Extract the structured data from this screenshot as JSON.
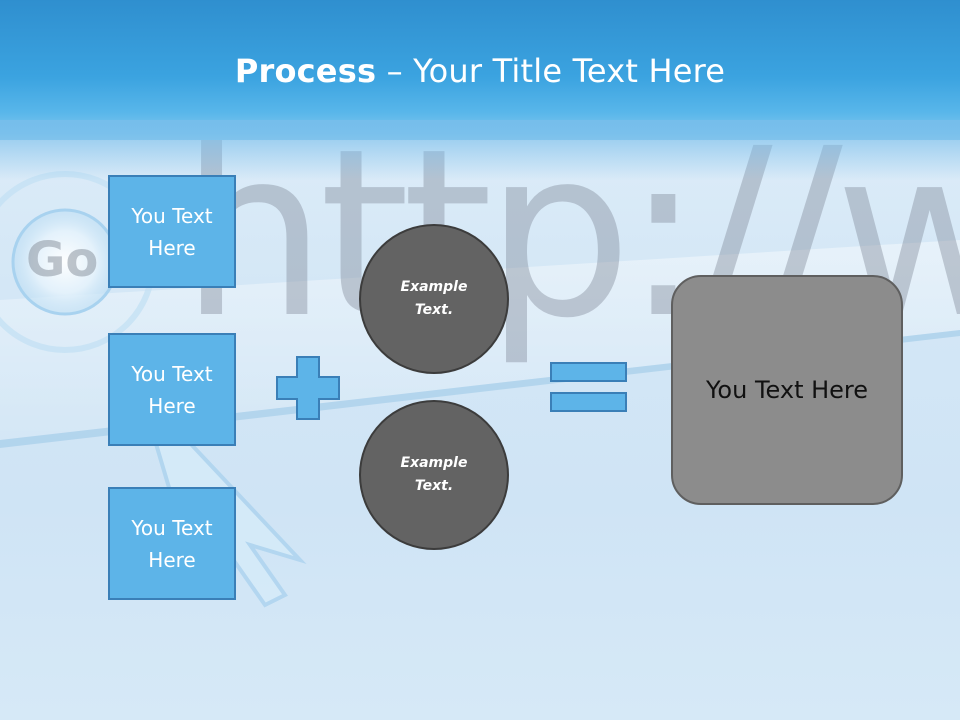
{
  "header": {
    "title_bold": "Process",
    "title_rest": " – Your Title Text Here"
  },
  "boxes": [
    {
      "label": "You Text Here"
    },
    {
      "label": "You Text Here"
    },
    {
      "label": "You Text Here"
    }
  ],
  "circles": [
    {
      "label": "Example Text."
    },
    {
      "label": "Example Text."
    }
  ],
  "result": {
    "label": "You Text Here"
  },
  "colors": {
    "accent_blue": "#5db4e8",
    "accent_border": "#3a7fb7",
    "circle_fill": "#636363",
    "result_fill": "#8c8c8c",
    "header_blue": "#3ba3e0"
  }
}
